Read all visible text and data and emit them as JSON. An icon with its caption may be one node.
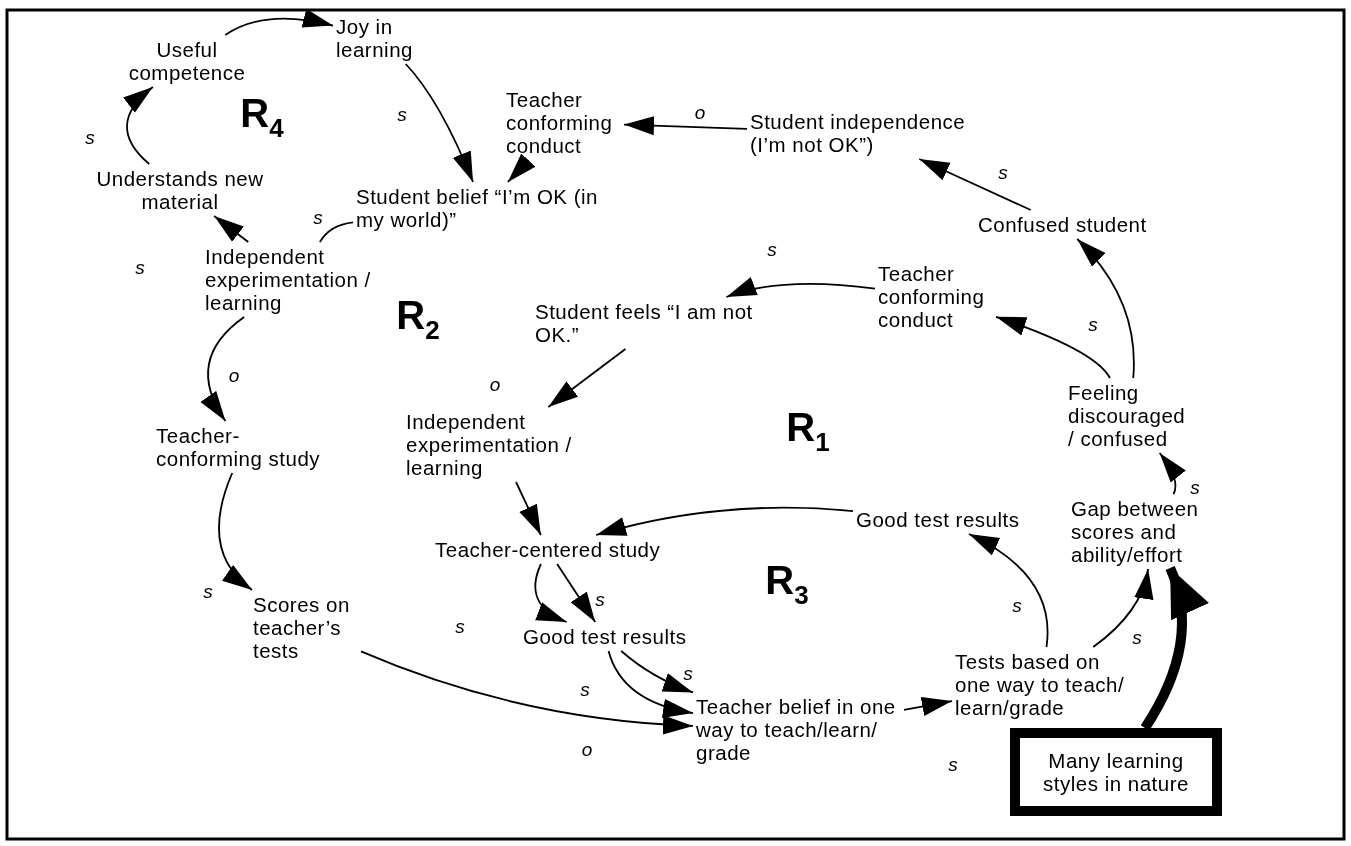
{
  "diagram": {
    "nodes": [
      {
        "text": [
          "Useful competence"
        ]
      },
      {
        "text": [
          "Joy in learning"
        ]
      },
      {
        "text": [
          "Teacher conforming conduct"
        ]
      },
      {
        "text": [
          "Student belief “I’m OK (in my world)”"
        ]
      },
      {
        "text": [
          "Understands new material"
        ]
      },
      {
        "text": [
          "Independent experimentation / learning"
        ]
      },
      {
        "text": [
          "Student independence (I’m not OK”)"
        ]
      },
      {
        "text": [
          "Confused student"
        ]
      },
      {
        "text": [
          "Teacher conforming conduct"
        ]
      },
      {
        "text": [
          "Student feels “I am not OK.”"
        ]
      },
      {
        "text": [
          "Teacher-conforming study"
        ]
      },
      {
        "text": [
          "Independent experimentation / learning"
        ]
      },
      {
        "text": [
          "Feeling discouraged / confused"
        ]
      },
      {
        "text": [
          "Good test results"
        ]
      },
      {
        "text": [
          "Gap between scores and ability/effort"
        ]
      },
      {
        "text": [
          "Teacher-centered study"
        ]
      },
      {
        "text": [
          "Scores on teacher’s tests"
        ]
      },
      {
        "text": [
          "Good test results"
        ]
      },
      {
        "text": [
          "Tests based on one way to teach/ learn/grade"
        ]
      },
      {
        "text": [
          "Teacher belief in one way to teach/learn/ grade"
        ]
      },
      {
        "text": [
          "Many learning styles in nature"
        ]
      }
    ],
    "edges": [
      {
        "from": 0,
        "to": 1,
        "arrow": "to"
      },
      {
        "from": 1,
        "to": 3,
        "arrow": "to",
        "label": "s"
      },
      {
        "from": 2,
        "to": 3,
        "arrow": "to"
      },
      {
        "from": 3,
        "to": 5,
        "arrow": "none",
        "label": "s"
      },
      {
        "from": 5,
        "to": 4,
        "arrow": "to",
        "label": "s"
      },
      {
        "from": 4,
        "to": 0,
        "arrow": "to",
        "label": "s"
      },
      {
        "from": 6,
        "to": 2,
        "arrow": "to",
        "label": "o"
      },
      {
        "from": 7,
        "to": 6,
        "arrow": "to",
        "label": "s"
      },
      {
        "from": 8,
        "to": 9,
        "arrow": "to",
        "label": "s"
      },
      {
        "from": 9,
        "to": 11,
        "arrow": "to",
        "label": "o"
      },
      {
        "from": 5,
        "to": 10,
        "arrow": "to",
        "label": "o"
      },
      {
        "from": 12,
        "to": 7,
        "arrow": "to"
      },
      {
        "from": 12,
        "to": 8,
        "arrow": "to",
        "label": "s"
      },
      {
        "from": 14,
        "to": 12,
        "arrow": "to",
        "label": "s"
      },
      {
        "from": 11,
        "to": 15,
        "arrow": "to"
      },
      {
        "from": 13,
        "to": 15,
        "arrow": "to"
      },
      {
        "from": 15,
        "to": 17,
        "arrow": "to"
      },
      {
        "from": 15,
        "to": 17,
        "arrow": "to",
        "label": "s"
      },
      {
        "from": 16,
        "to": 19,
        "arrow": "to",
        "label": "o"
      },
      {
        "from": 17,
        "to": 19,
        "arrow": "to",
        "label": "s"
      },
      {
        "from": 17,
        "to": 19,
        "arrow": "to",
        "label": "s"
      },
      {
        "from": 19,
        "to": 18,
        "arrow": "to",
        "label": "s"
      },
      {
        "from": 18,
        "to": 13,
        "arrow": "to",
        "label": "s"
      },
      {
        "from": 18,
        "to": 14,
        "arrow": "to",
        "label": "s"
      },
      {
        "from": 20,
        "to": 14,
        "arrow": "to",
        "style": "thick"
      },
      {
        "from": 10,
        "to": 16,
        "arrow": "to",
        "label": "s"
      }
    ],
    "labels": [
      "R$_{4}$",
      "R$_{2}$",
      "R$_{1}$",
      "R$_{3}$",
      "s"
    ]
  }
}
